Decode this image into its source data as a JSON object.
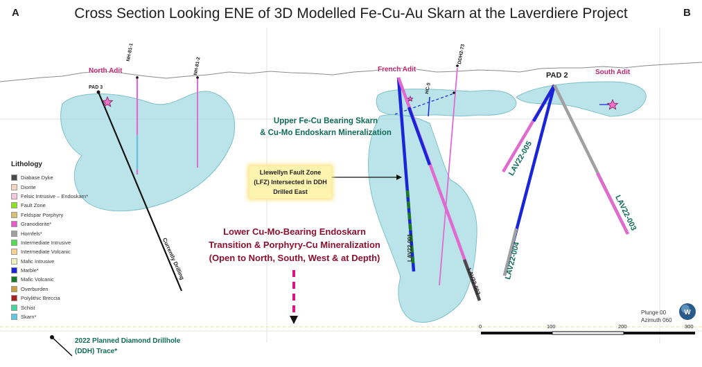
{
  "title": "Cross Section Looking ENE of 3D Modelled Fe-Cu-Au Skarn at the Laverdiere Project",
  "corners": {
    "left": "A",
    "right": "B"
  },
  "lithology": {
    "title": "Lithology",
    "items": [
      {
        "label": "Diabase Dyke",
        "color": "#4a4a4a"
      },
      {
        "label": "Diorite",
        "color": "#f8d4c0"
      },
      {
        "label": "Felsic Intrusive – Endoskarn*",
        "color": "#f8c8e0"
      },
      {
        "label": "Fault Zone",
        "color": "#8be31a"
      },
      {
        "label": "Feldspar Porphyry",
        "color": "#d8c070"
      },
      {
        "label": "Granodiorite*",
        "color": "#e85ac8"
      },
      {
        "label": "Hornfels*",
        "color": "#a0a0a0"
      },
      {
        "label": "Intermediate Intrusive",
        "color": "#50e050"
      },
      {
        "label": "Intermediate Volcanic",
        "color": "#f8d090"
      },
      {
        "label": "Mafic Intrusive",
        "color": "#f0f0c0"
      },
      {
        "label": "Marble*",
        "color": "#1a24d8"
      },
      {
        "label": "Mafic Volcanic",
        "color": "#1a7a2a"
      },
      {
        "label": "Overburden",
        "color": "#c8a040"
      },
      {
        "label": "Polylithic Breccia",
        "color": "#a82020"
      },
      {
        "label": "Schist",
        "color": "#40d8a0"
      },
      {
        "label": "Skarn*",
        "color": "#60c8e0"
      }
    ]
  },
  "sites": {
    "north_adit": "North Adit",
    "french_adit": "French Adit",
    "south_adit": "South Adit",
    "pad3": "PAD 3",
    "pad2": "PAD 2"
  },
  "holes": {
    "nh81_1": "NH-81-1",
    "nh81_2": "NH-81-2",
    "hc5": "HC-5",
    "ddh273": "DDH2-73",
    "lav22_001": "LAV22-001",
    "lav22_002": "LAV22-002",
    "lav22_003": "LAV22-003",
    "lav22_004": "LAV22-004",
    "lav22_005": "LAV22-005",
    "currently_drilling": "Currently Drilling"
  },
  "annotations": {
    "upper_line1": "Upper Fe-Cu Bearing Skarn",
    "upper_line2": "& Cu-Mo Endoskarn Mineralization",
    "fault_line1": "Llewellyn Fault Zone",
    "fault_line2": "(LFZ) Intersected in DDH",
    "fault_line3": "Drilled East",
    "lower_line1": "Lower Cu-Mo-Bearing Endoskarn",
    "lower_line2": "Transition & Porphyry-Cu Mineralization",
    "lower_line3": "(Open to North, South, West & at Depth)"
  },
  "legend_bottom": {
    "line1": "2022 Planned Diamond Drillhole",
    "line2": "(DDH) Trace*"
  },
  "orientation": {
    "plunge": "Plunge 00",
    "azimuth": "Azimuth 060",
    "compass_icon": "globe-compass-icon"
  },
  "scale_bar": {
    "ticks": [
      "0",
      "100",
      "200",
      "300"
    ]
  },
  "colors": {
    "skarn_body": "#a6dde3",
    "title_pink": "#c0266e",
    "text_green": "#0f6b57",
    "text_red": "#8b1030"
  }
}
